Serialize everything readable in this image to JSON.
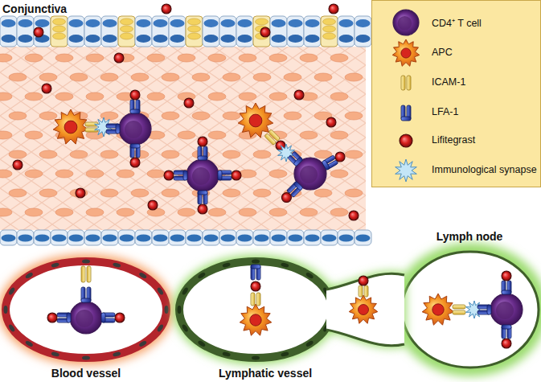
{
  "diagram": {
    "nodes": [
      {
        "text": [
          "Conjunctiva"
        ]
      },
      {
        "text": [
          "Lymph node"
        ]
      },
      {
        "text": [
          "Blood vessel"
        ]
      },
      {
        "text": [
          "Lymphatic vessel"
        ]
      }
    ],
    "legend": [
      {
        "text": "CD4⁺ T cell"
      },
      {
        "text": "APC"
      },
      {
        "text": "ICAM-1"
      },
      {
        "text": "LFA-1"
      },
      {
        "text": "Lifitegrast"
      },
      {
        "text": "Immunological synapse"
      }
    ]
  }
}
